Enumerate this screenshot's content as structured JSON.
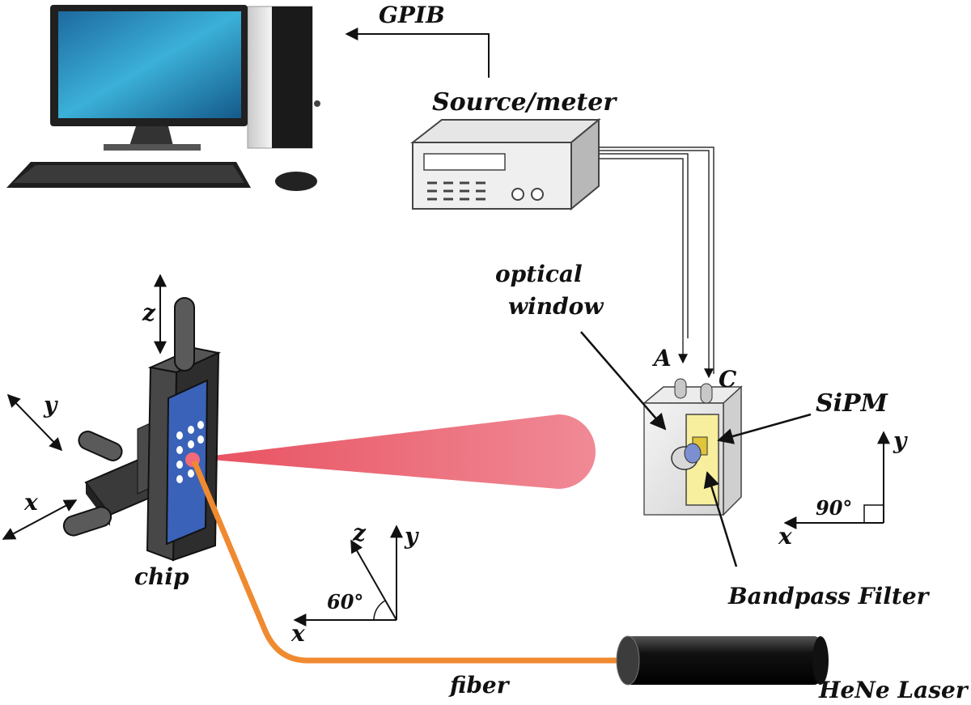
{
  "labels": {
    "gpib": "GPIB",
    "source_meter": "Source/meter",
    "optical_window_line1": "optical",
    "optical_window_line2": "window",
    "anode": "A",
    "cathode": "C",
    "sipm": "SiPM",
    "bandpass_filter": "Bandpass Filter",
    "chip": "chip",
    "fiber": "fiber",
    "laser": "HeNe Laser",
    "stage_axis_z": "z",
    "stage_axis_y": "y",
    "stage_axis_x": "x",
    "mid_axis_z": "z",
    "mid_axis_y": "y",
    "mid_axis_x": "x",
    "mid_angle": "60°",
    "right_axis_y": "y",
    "right_axis_x": "x",
    "right_angle": "90°"
  },
  "colors": {
    "beam": "#e8505f",
    "fiber": "#f08a30",
    "chip_face": "#3a62b8",
    "sipm_die": "#f2e070",
    "monitor_screen": "#2a8fc0"
  },
  "icons": {
    "computer": "desktop-computer-icon",
    "instrument": "source-meter-icon",
    "laser": "laser-tube-icon"
  }
}
